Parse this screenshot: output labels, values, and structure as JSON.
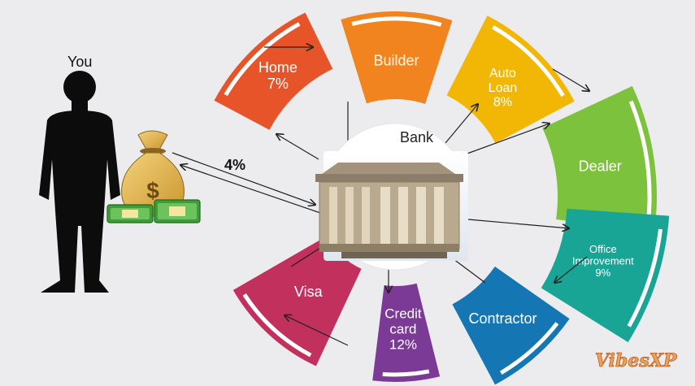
{
  "person_label": "You",
  "interest_label": "4%",
  "bank": {
    "label": "Bank"
  },
  "segments": {
    "home": {
      "line1": "Home",
      "line2": "7%",
      "color": "#e8542a"
    },
    "builder": {
      "line1": "Builder",
      "color": "#f1841e"
    },
    "auto_loan": {
      "line1": "Auto",
      "line2": "Loan",
      "line3": "8%",
      "color": "#f2b705"
    },
    "dealer": {
      "line1": "Dealer",
      "color": "#7dc23c"
    },
    "office_improvement": {
      "line1": "Office",
      "line2": "Improvement",
      "line3": "9%",
      "color": "#19a596"
    },
    "contractor": {
      "line1": "Contractor",
      "color": "#1477b3"
    },
    "credit_card": {
      "line1": "Credit",
      "line2": "card",
      "line3": "12%",
      "color": "#7b3a96"
    },
    "visa": {
      "line1": "Visa",
      "color": "#c2305e"
    }
  },
  "money_bag_symbol": "$",
  "watermark": "VibesXP"
}
